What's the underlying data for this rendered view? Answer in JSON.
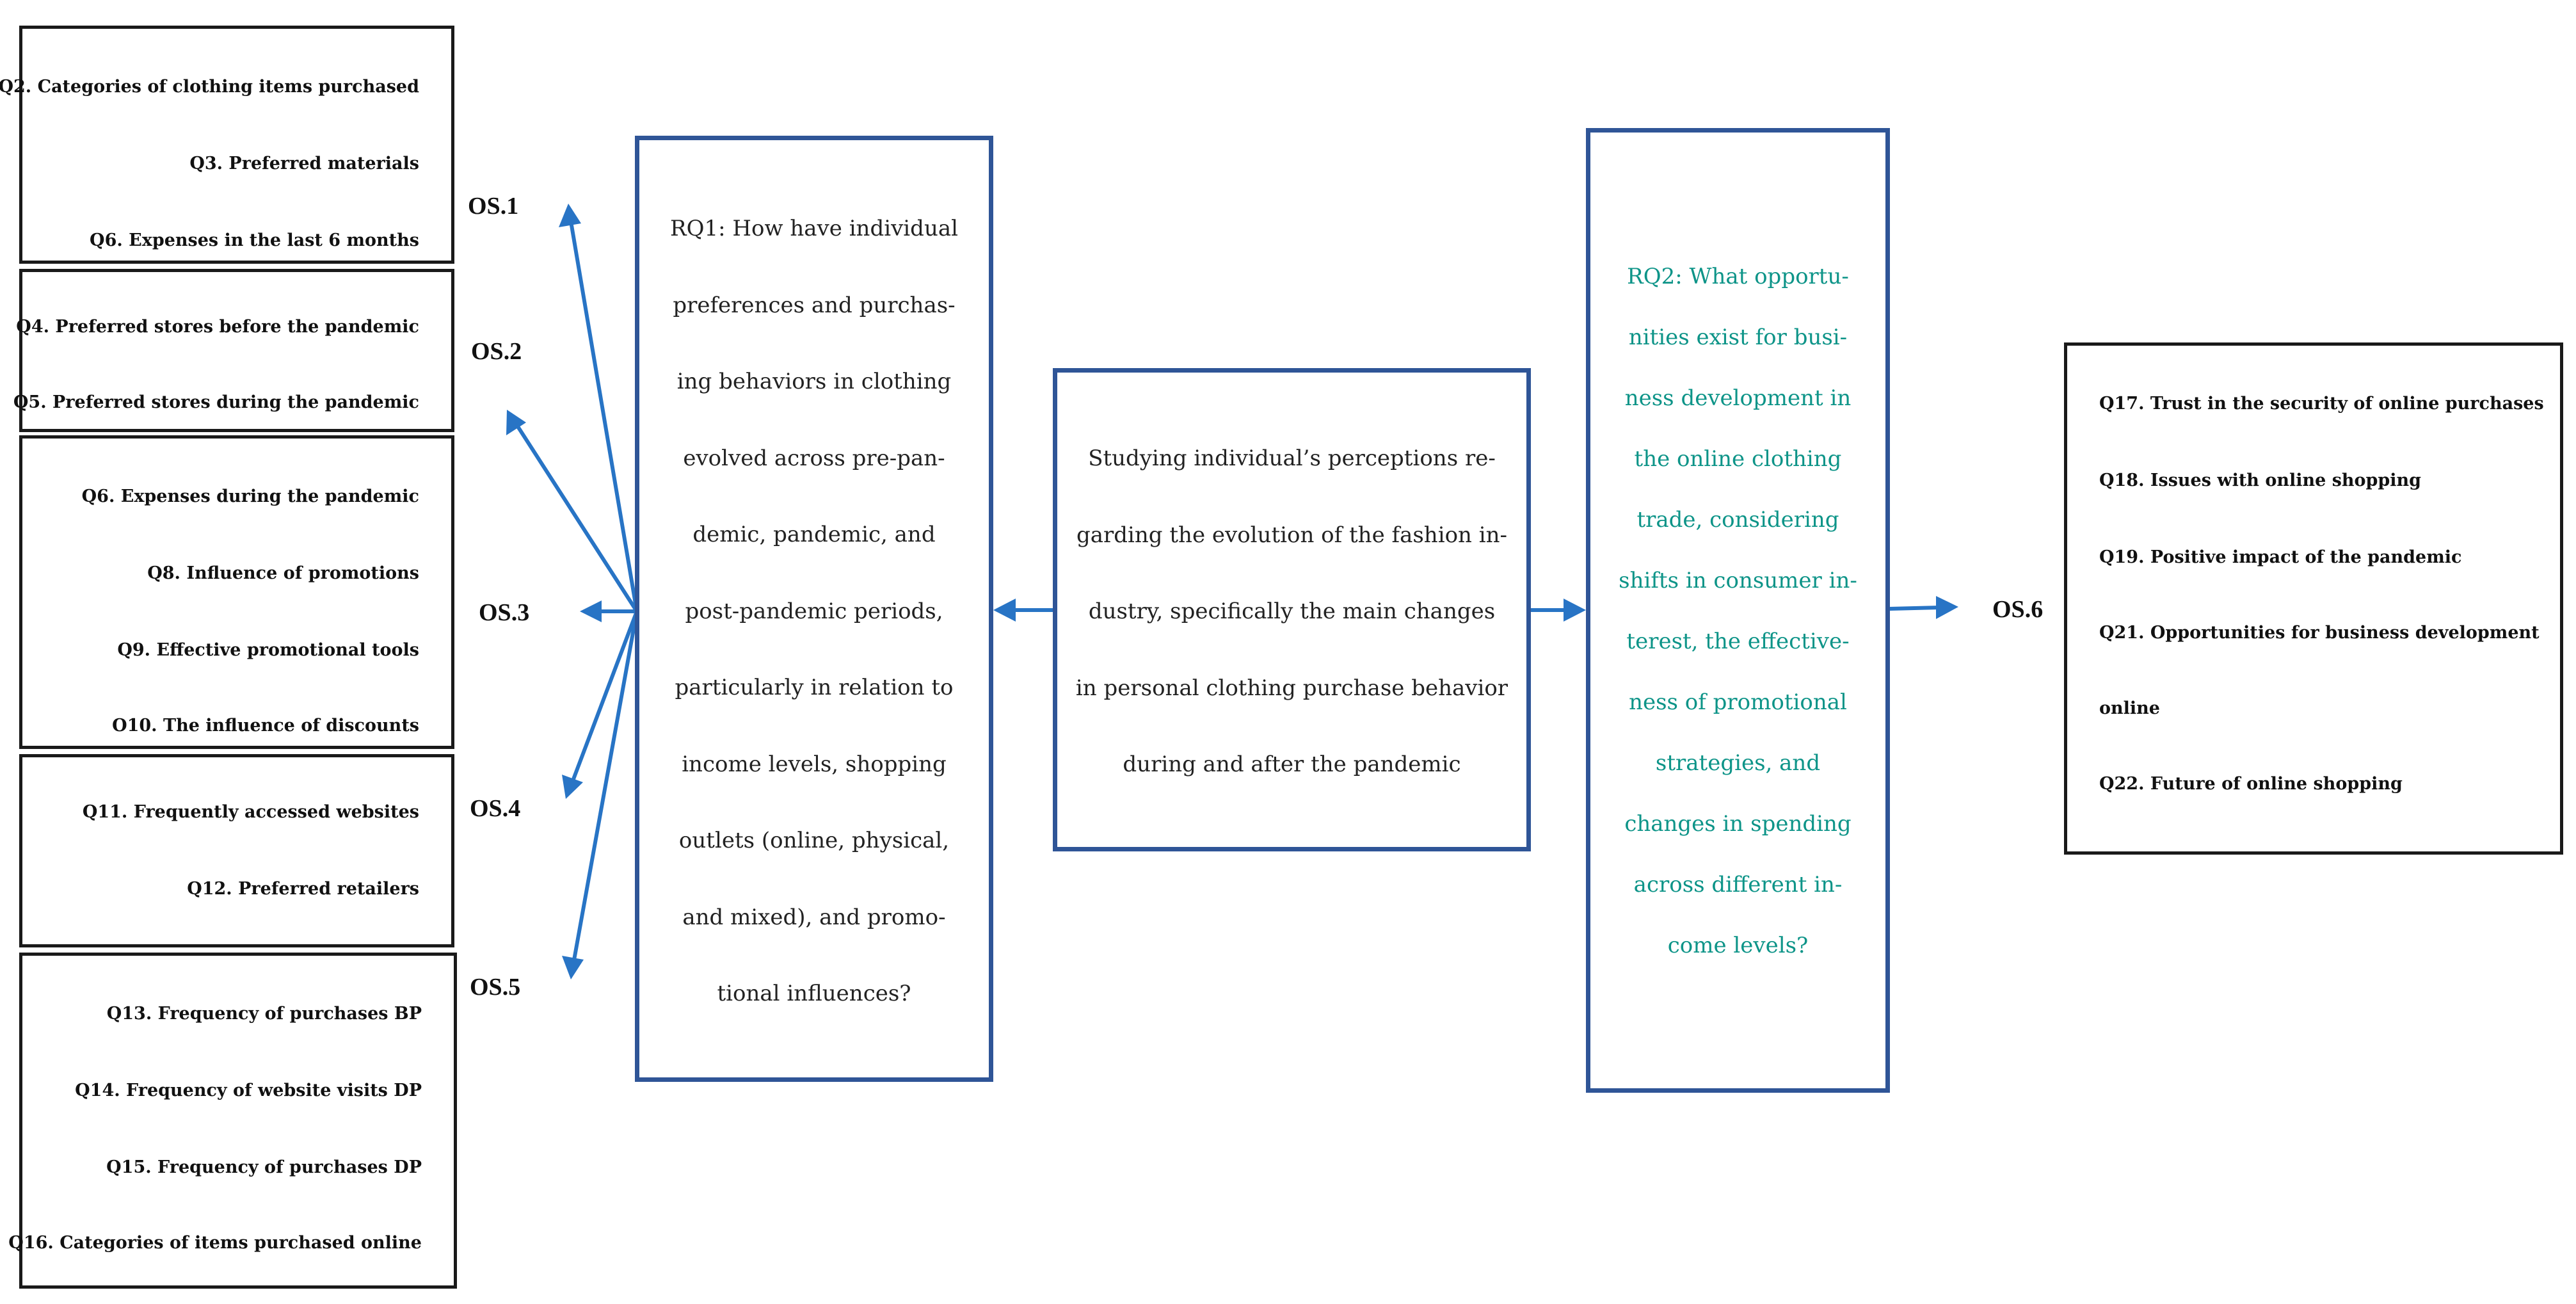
{
  "colors": {
    "arrow": "#2874c5",
    "box_border_blue": "#2f5597",
    "rq2_text": "#0d9488",
    "box_border_dark": "#1a1a1a"
  },
  "question_groups": [
    {
      "os": "OS.1",
      "items": [
        "Q2. Categories of clothing items purchased",
        "Q3. Preferred materials",
        "Q6. Expenses  in the last 6 months"
      ]
    },
    {
      "os": "OS.2",
      "items": [
        "Q4. Preferred stores before the pandemic",
        "Q5. Preferred stores during the pandemic"
      ]
    },
    {
      "os": "OS.3",
      "items": [
        "Q6. Expenses  during the pandemic",
        "Q8. Influence of promotions",
        "Q9. Effective promotional tools",
        "O10. The influence of discounts"
      ]
    },
    {
      "os": "OS.4",
      "items": [
        "Q11. Frequently accessed  websites",
        "Q12. Preferred retailers"
      ]
    },
    {
      "os": "OS.5",
      "items": [
        "Q13. Frequency of purchases BP",
        "Q14. Frequency of website visits DP",
        "Q15. Frequency of purchases DP",
        "Q16. Categories of items purchased  online"
      ]
    }
  ],
  "rq1": {
    "lines": [
      "RQ1: How have individual",
      "preferences and purchas-",
      "ing behaviors in clothing",
      "evolved across pre-pan-",
      "demic, pandemic, and",
      "post-pandemic periods,",
      "particularly in relation to",
      "income levels, shopping",
      "outlets (online, physical,",
      "and mixed), and promo-",
      "tional influences?"
    ]
  },
  "center": {
    "lines": [
      "Studying individual’s perceptions re-",
      "garding the evolution of the fashion in-",
      "dustry, specifically the main changes",
      "in personal clothing purchase behavior",
      "during and after the pandemic"
    ]
  },
  "rq2": {
    "lines": [
      "RQ2: What opportu-",
      "nities exist for busi-",
      "ness development in",
      "the online clothing",
      "trade, considering",
      "shifts in consumer in-",
      "terest, the effective-",
      "ness of promotional",
      "strategies, and",
      "changes in spending",
      "across different in-",
      "come levels?"
    ]
  },
  "os6": {
    "label": "OS.6",
    "items": [
      "Q17. Trust in the security of online purchases",
      "Q18. Issues with online shopping",
      "Q19. Positive impact of the pandemic",
      "Q21. Opportunities for business  development",
      "online",
      "Q22. Future of online shopping"
    ]
  }
}
